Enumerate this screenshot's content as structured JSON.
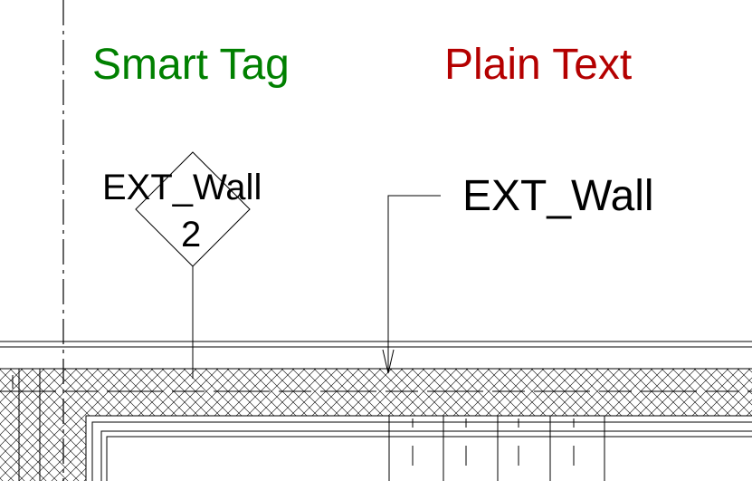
{
  "headings": {
    "smart_tag": "Smart Tag",
    "plain_text": "Plain Text"
  },
  "smart_tag": {
    "name": "EXT_Wall",
    "number": "2"
  },
  "plain_text_tag": {
    "text": "EXT_Wall"
  },
  "colors": {
    "smart_heading": "#008000",
    "plain_heading": "#b40000",
    "linework": "#000000",
    "background": "#ffffff"
  }
}
